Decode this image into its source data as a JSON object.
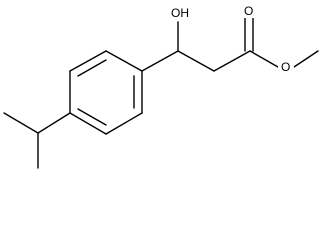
{
  "molecule": {
    "atoms": {
      "hydroxyl_oxygen": "OH",
      "carbonyl_oxygen": "O",
      "ester_oxygen": "O"
    }
  }
}
